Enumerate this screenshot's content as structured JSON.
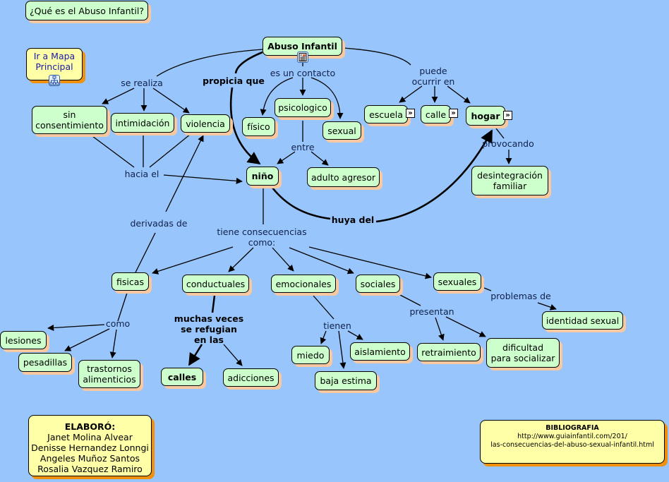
{
  "title_node": "¿Qué es el Abuso Infantil?",
  "nav_node": "Ir a Mapa\nPrincipal",
  "concepts": {
    "abuso": "Abuso Infantil",
    "sin_consentimiento": "sin\nconsentimiento",
    "intimidacion": "intimidación",
    "violencia": "violencia",
    "fisico": "físico",
    "psicologico": "psicologico",
    "sexual": "sexual",
    "escuela": "escuela",
    "calle": "calle",
    "hogar": "hogar",
    "desintegracion": "desintegración\nfamiliar",
    "nino": "niño",
    "adulto": "adulto agresor",
    "fisicas": "fisicas",
    "conductuales": "conductuales",
    "emocionales": "emocionales",
    "sociales": "sociales",
    "sexuales": "sexuales",
    "lesiones": "lesiones",
    "pesadillas": "pesadillas",
    "trastornos": "trastornos\nalimenticios",
    "calles": "calles",
    "adicciones": "adicciones",
    "miedo": "miedo",
    "baja_estima": "baja estima",
    "aislamiento": "aislamiento",
    "retraimiento": "retraimiento",
    "dificultad": "dificultad\npara socializar",
    "identidad": "identidad sexual"
  },
  "link_labels": {
    "se_realiza": "se realiza",
    "propicia_que": "propicia que",
    "es_un_contacto": "es un contacto",
    "puede_ocurrir": "puede\nocurrir en",
    "provocando": "provocando",
    "entre": "entre",
    "hacia_el": "hacia el",
    "derivadas_de": "derivadas de",
    "huya_del": "huya del",
    "tiene_consecuencias": "tiene consecuencias\ncomo:",
    "como": "como",
    "muchas_veces": "muchas veces\nse refugian\nen las",
    "tienen": "tienen",
    "presentan": "presentan",
    "problemas_de": "problemas de"
  },
  "credits": {
    "heading": "ELABORÓ:",
    "authors": [
      "Janet Molina Alvear",
      "Denisse Hernandez Lonngi",
      "Angeles Muñoz Santos",
      "Rosalia Vazquez Ramiro"
    ]
  },
  "bibliography": {
    "heading": "BIBLIOGRAFIA",
    "line1": "http://www.guiainfantil.com/201/",
    "line2": "las-consecuencias-del-abuso-sexual-infantil.html"
  },
  "icons": {
    "document": "document-resource-icon",
    "submap": "submap-link-icon",
    "nested": "nested-map-icon"
  },
  "colors": {
    "background": "#98c6fc",
    "concept_fill": "#ccffcc",
    "concept_shadow": "#f8c8a0",
    "info_fill": "#ffffa8",
    "info_shadow": "#f0900c"
  }
}
